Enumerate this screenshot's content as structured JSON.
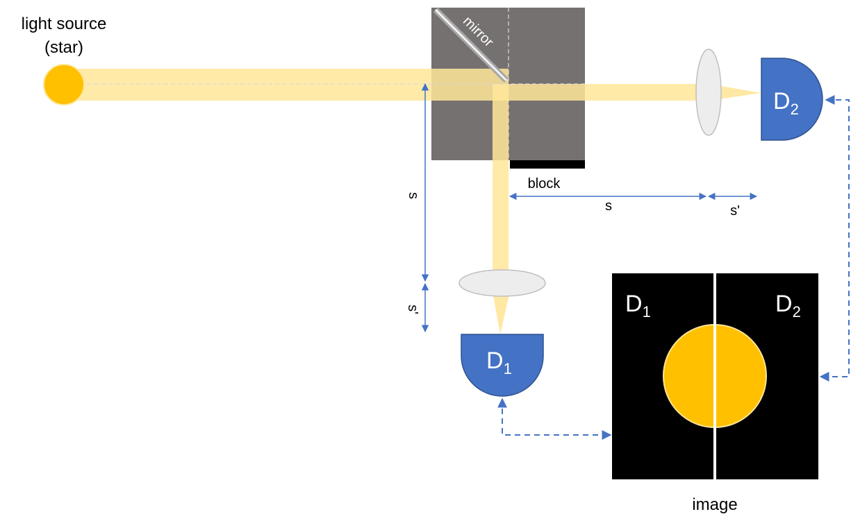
{
  "labels": {
    "source_line1": "light source",
    "source_line2": "(star)",
    "mirror": "mirror",
    "block": "block",
    "dist_s_horizontal": "s",
    "dist_s_prime_horizontal": "s'",
    "dist_s_vertical": "s",
    "dist_s_prime_vertical": "s'",
    "image": "image"
  },
  "detectors": {
    "d1": {
      "letter": "D",
      "subscript": "1"
    },
    "d2": {
      "letter": "D",
      "subscript": "2"
    }
  },
  "image_panel": {
    "left_letter": "D",
    "left_subscript": "1",
    "right_letter": "D",
    "right_subscript": "2"
  },
  "colors": {
    "star": "#FFC000",
    "beam": "#FFE699",
    "splitter_box": "#767171",
    "detector": "#4472C4",
    "lens": "#EDEDED",
    "arrows": "#4472C4",
    "image_bg": "#000000"
  }
}
